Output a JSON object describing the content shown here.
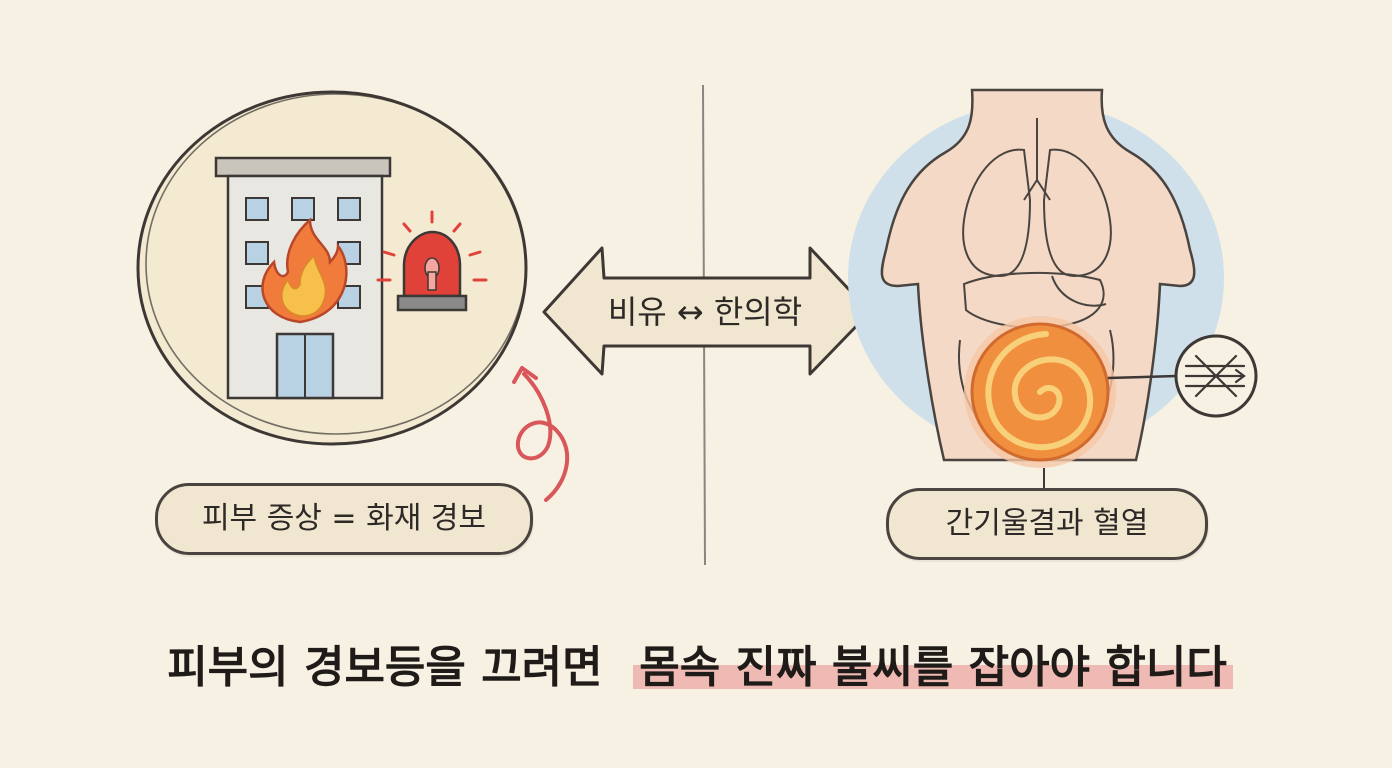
{
  "colors": {
    "background": "#f7f1e3",
    "left_circle": "#f3ead1",
    "fire_orange": "#f07b3b",
    "alarm_red": "#e0423a",
    "body_skin": "#f3d9c6",
    "body_halo": "#cfe0ea",
    "inflammation": "#f0903f",
    "highlight_pink": "#e88c8c"
  },
  "left_panel": {
    "label": "피부 증상 = 화재 경보",
    "icons": [
      "building-icon",
      "fire-icon",
      "alarm-siren-icon",
      "curved-arrow-icon"
    ]
  },
  "center": {
    "arrow_label": "비유 ↔ 한의학",
    "icons": [
      "double-arrow-icon"
    ]
  },
  "right_panel": {
    "label": "간기울결과 혈열",
    "icons": [
      "torso-icon",
      "lungs-icon",
      "liver-icon",
      "inflammation-spiral-icon",
      "blocked-flow-icon"
    ]
  },
  "caption": {
    "part1": "피부의 경보등을 끄려면",
    "part2": "몸속 진짜 불씨를 잡아야 합니다"
  }
}
